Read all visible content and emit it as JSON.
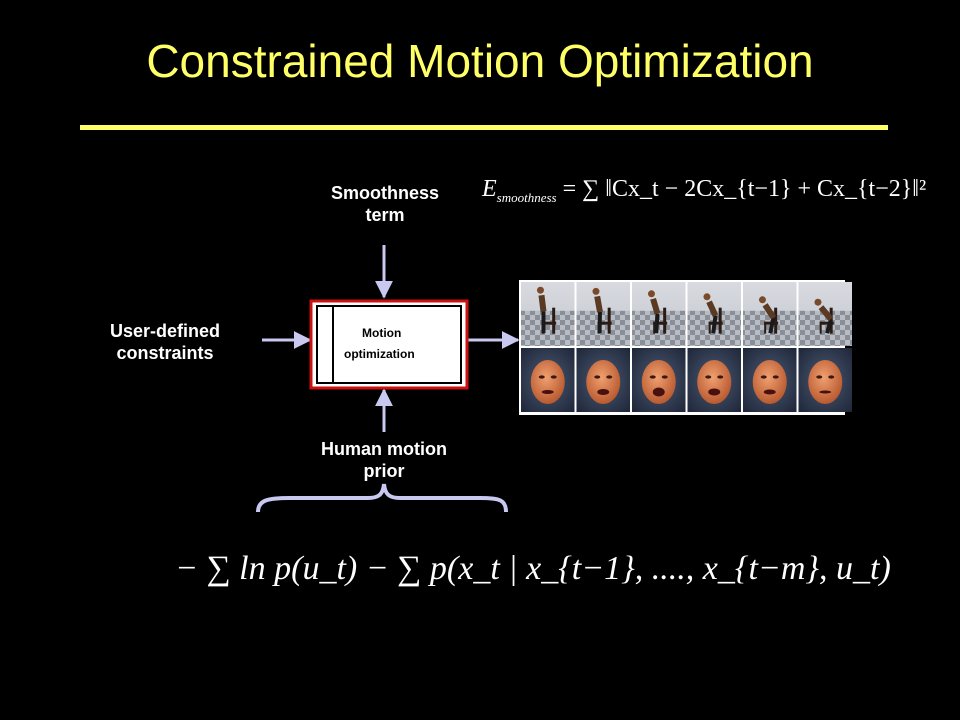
{
  "slide": {
    "title": "Constrained Motion Optimization"
  },
  "diagram": {
    "smoothness_label": "Smoothness term",
    "smoothness_label_line1": "Smoothness",
    "smoothness_label_line2": "term",
    "constraints_label_line1": "User-defined",
    "constraints_label_line2": "constraints",
    "box_label_line1": "Motion",
    "box_label_line2": "optimization",
    "prior_label_line1": "Human motion",
    "prior_label_line2": "prior"
  },
  "equations": {
    "smoothness": {
      "lhs": "E",
      "lhs_sub": "smoothness",
      "rhs": "= ∑ ‖Cx_t − 2Cx_{t−1} + Cx_{t−2}‖²"
    },
    "prior": {
      "text": "− ∑ ln p(u_t) − ∑ p(x_t | x_{t−1}, ...., x_{t−m}, u_t)"
    }
  },
  "result_grid": {
    "columns": 6,
    "rows": [
      "body-pose",
      "face-expression"
    ]
  }
}
